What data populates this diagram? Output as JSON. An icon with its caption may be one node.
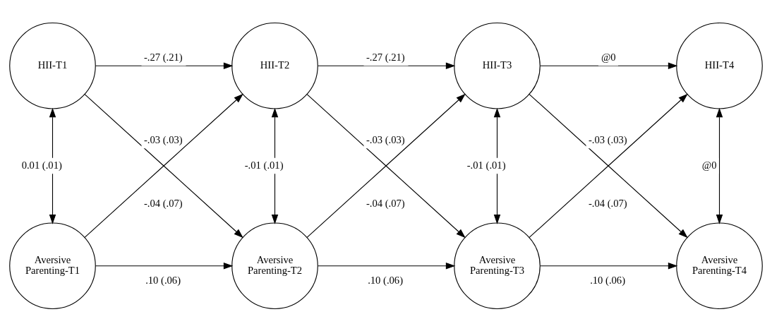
{
  "diagram": {
    "nodes": [
      {
        "text": [
          "HII-T1"
        ]
      },
      {
        "text": [
          "HII-T2"
        ]
      },
      {
        "text": [
          "HII-T3"
        ]
      },
      {
        "text": [
          "HII-T4"
        ]
      },
      {
        "text": [
          "Aversive Parenting-T1"
        ]
      },
      {
        "text": [
          "Aversive Parenting-T2"
        ]
      },
      {
        "text": [
          "Aversive Parenting-T3"
        ]
      },
      {
        "text": [
          "Aversive Parenting-T4"
        ]
      }
    ],
    "edges": [
      {
        "from": 0,
        "to": 1,
        "arrow": "to",
        "label": "-.27 (.21)"
      },
      {
        "from": 1,
        "to": 2,
        "arrow": "to",
        "label": "-.27 (.21)"
      },
      {
        "from": 2,
        "to": 3,
        "arrow": "to",
        "label": "@0"
      },
      {
        "from": 0,
        "to": 5,
        "arrow": "to",
        "label": "-.03 (.03)"
      },
      {
        "from": 1,
        "to": 6,
        "arrow": "to",
        "label": "-.03 (.03)"
      },
      {
        "from": 2,
        "to": 7,
        "arrow": "to",
        "label": "-.03 (.03)"
      },
      {
        "from": 0,
        "to": 4,
        "arrow": "both",
        "label": "0.01 (.01)"
      },
      {
        "from": 1,
        "to": 5,
        "arrow": "both",
        "label": "-.01 (.01)"
      },
      {
        "from": 2,
        "to": 6,
        "arrow": "both",
        "label": "-.01 (.01)"
      },
      {
        "from": 3,
        "to": 7,
        "arrow": "both",
        "label": "@0"
      },
      {
        "from": 4,
        "to": 1,
        "arrow": "to",
        "label": "-.04 (.07)"
      },
      {
        "from": 5,
        "to": 2,
        "arrow": "to",
        "label": "-.04 (.07)"
      },
      {
        "from": 6,
        "to": 3,
        "arrow": "to",
        "label": "-.04 (.07)"
      },
      {
        "from": 4,
        "to": 5,
        "arrow": "to",
        "label": ".10 (.06)"
      },
      {
        "from": 5,
        "to": 6,
        "arrow": "to",
        "label": ".10 (.06)"
      },
      {
        "from": 6,
        "to": 7,
        "arrow": "to",
        "label": ".10 (.06)"
      }
    ]
  }
}
